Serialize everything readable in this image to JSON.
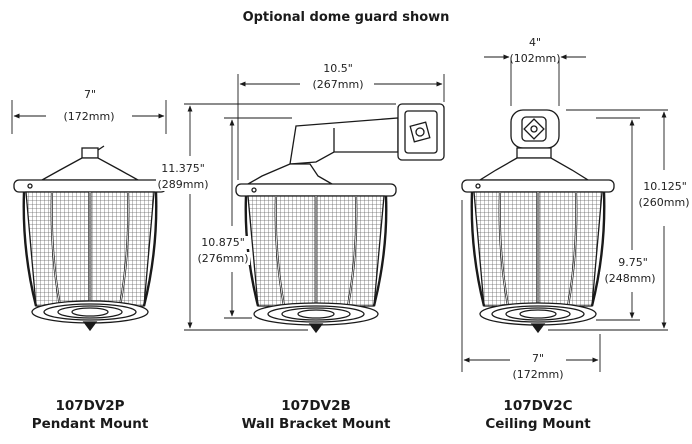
{
  "header": {
    "title": "Optional dome guard shown"
  },
  "colors": {
    "line": "#1a1a1a",
    "mesh": "#555555",
    "paper": "#ffffff"
  },
  "pendant": {
    "width": "7\"",
    "width_mm": "(172mm)",
    "model": "107DV2P",
    "mount": "Pendant Mount"
  },
  "wall": {
    "arm": "10.5\"",
    "arm_mm": "(267mm)",
    "overall": "11.375\"",
    "overall_mm": "(289mm)",
    "body": "10.875\"",
    "body_mm": "(276mm)",
    "model": "107DV2B",
    "mount": "Wall Bracket Mount"
  },
  "ceiling": {
    "box": "4\"",
    "box_mm": "(102mm)",
    "overall": "10.125\"",
    "overall_mm": "(260mm)",
    "body": "9.75\"",
    "body_mm": "(248mm)",
    "width": "7\"",
    "width_mm": "(172mm)",
    "model": "107DV2C",
    "mount": "Ceiling Mount"
  }
}
